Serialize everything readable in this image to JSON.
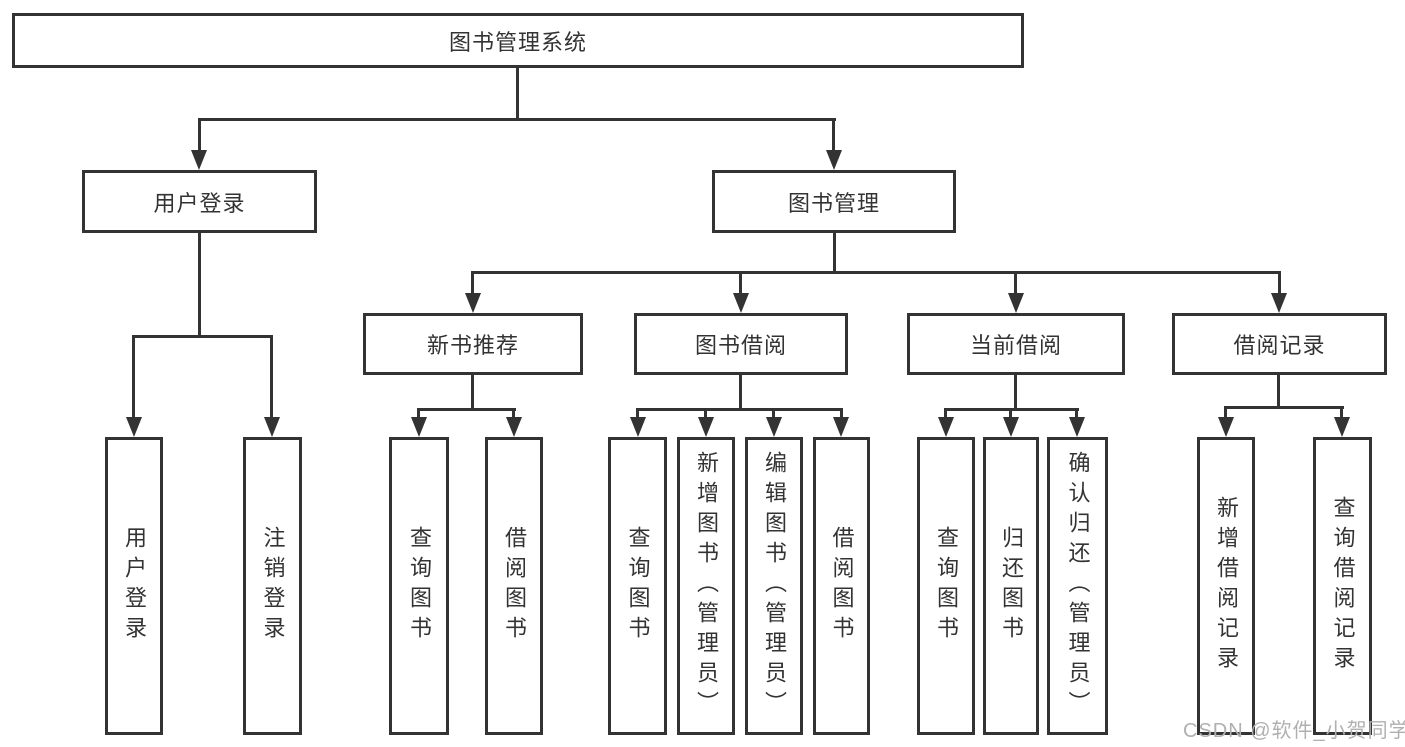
{
  "diagram": {
    "root": {
      "label": "图书管理系统"
    },
    "level2": [
      {
        "label": "用户登录"
      },
      {
        "label": "图书管理"
      }
    ],
    "level3": [
      {
        "label": "新书推荐"
      },
      {
        "label": "图书借阅"
      },
      {
        "label": "当前借阅"
      },
      {
        "label": "借阅记录"
      }
    ],
    "leaves": {
      "user_login": [
        "用户登录",
        "注销登录"
      ],
      "new_books": [
        "查询图书",
        "借阅图书"
      ],
      "book_borrow": [
        "查询图书",
        "新增图书（管理员）",
        "编辑图书（管理员）",
        "借阅图书"
      ],
      "current_borrow": [
        "查询图书",
        "归还图书",
        "确认归还（管理员）"
      ],
      "borrow_records": [
        "新增借阅记录",
        "查询借阅记录"
      ]
    }
  },
  "watermark": {
    "text": "CSDN @软件_小贺同学"
  },
  "colors": {
    "line": "#333333",
    "box_border": "#333333",
    "background": "#ffffff",
    "text": "#333333",
    "watermark": "#b0b0b0"
  }
}
